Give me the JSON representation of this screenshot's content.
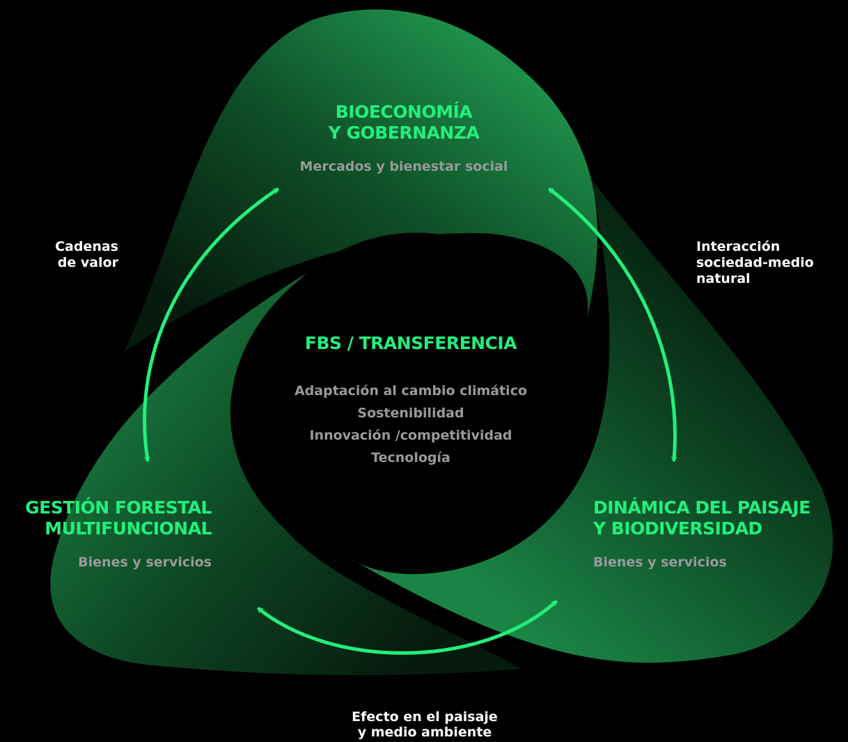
{
  "nodes": {
    "top": {
      "title_lines": [
        "BIOECONOMÍA",
        "Y GOBERNANZA"
      ],
      "subtitle": "Mercados y bienestar social"
    },
    "left": {
      "title_lines": [
        "GESTIÓN FORESTAL",
        "MULTIFUNCIONAL"
      ],
      "subtitle": "Bienes y servicios"
    },
    "right": {
      "title_lines": [
        "DINÁMICA DEL PAISAJE",
        "Y BIODIVERSIDAD"
      ],
      "subtitle": "Bienes y servicios"
    }
  },
  "center": {
    "title": "FBS / TRANSFERENCIA",
    "items": [
      "Adaptación al cambio climático",
      "Sostenibilidad",
      "Innovación /competitividad",
      "Tecnología"
    ]
  },
  "edges": {
    "left": [
      "Cadenas",
      "de valor"
    ],
    "right": [
      "Interacción",
      "sociedad-medio",
      "natural"
    ],
    "bottom": [
      "Efecto en el paisaje",
      "y medio ambiente"
    ]
  },
  "colors": {
    "accent": "#22ef7c",
    "subtitle": "#9a9a9a",
    "background": "#000000",
    "petal_dark": "#06200f",
    "petal_light": "#1d8a47"
  }
}
